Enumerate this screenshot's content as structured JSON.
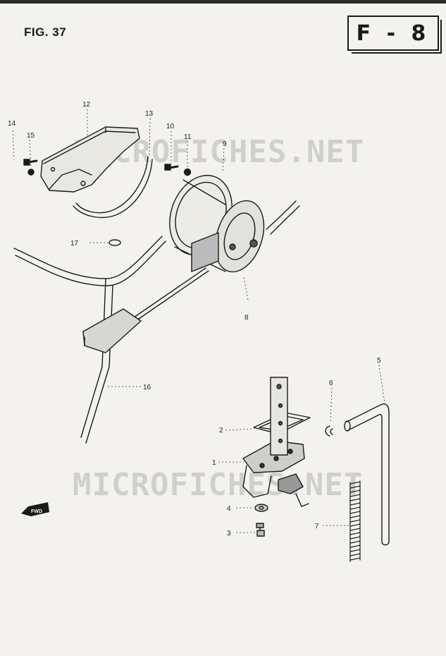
{
  "header": {
    "figure_label": "FIG. 37",
    "section_code": "F - 8"
  },
  "watermark_text": "MICROFICHES.NET",
  "fwd_label": "FWD",
  "callouts": {
    "c1": "1",
    "c2": "2",
    "c3": "3",
    "c4": "4",
    "c5": "5",
    "c6": "6",
    "c7": "7",
    "c8": "8",
    "c9": "9",
    "c10": "10",
    "c11": "11",
    "c12": "12",
    "c13": "13",
    "c14": "14",
    "c15": "15",
    "c16": "16",
    "c17": "17"
  },
  "colors": {
    "paper": "#f3f2ee",
    "ink": "#1a1a1a"
  }
}
